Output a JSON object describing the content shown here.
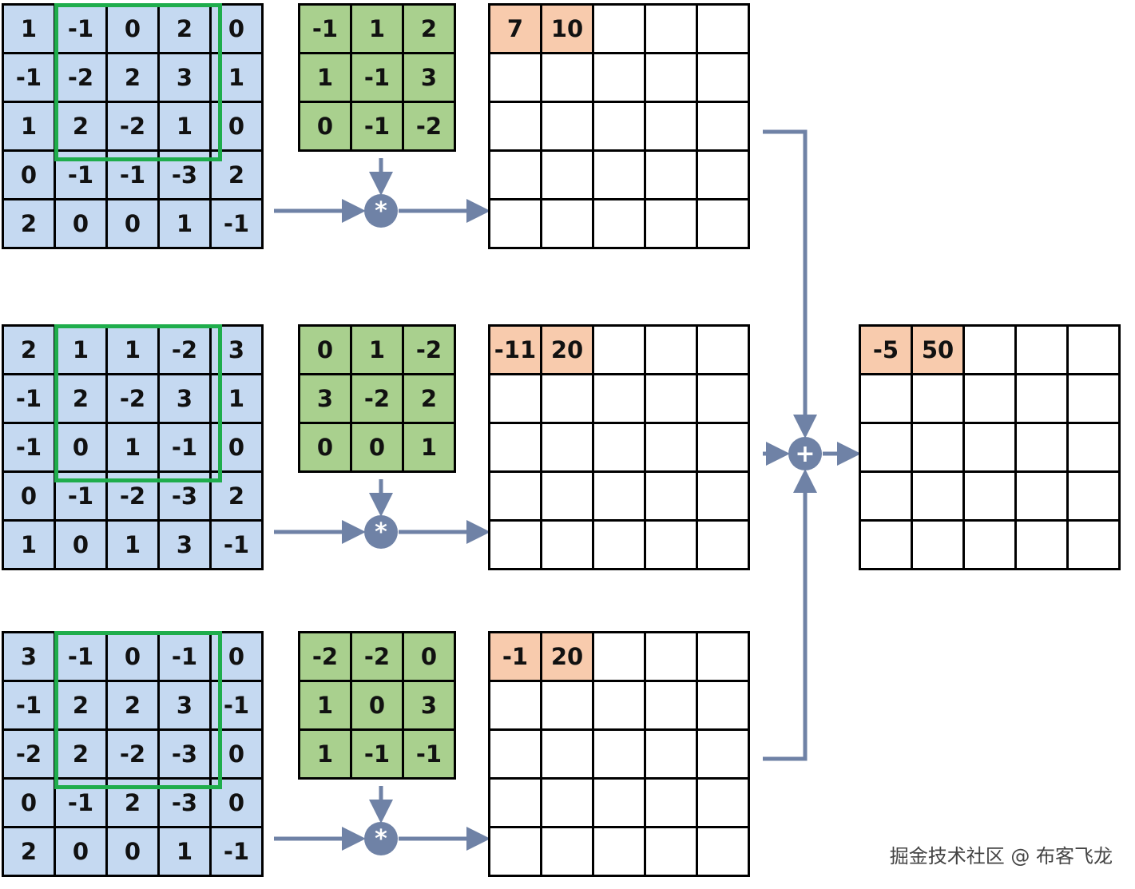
{
  "colors": {
    "input_cell": "#c5d9f1",
    "kernel_cell": "#a9d08e",
    "result_cell": "#f8cbad",
    "window": "#1fad4c",
    "arrow": "#6f82a6"
  },
  "channels": [
    {
      "input": [
        [
          1,
          -1,
          0,
          2,
          0
        ],
        [
          -1,
          -2,
          2,
          3,
          1
        ],
        [
          1,
          2,
          -2,
          1,
          0
        ],
        [
          0,
          -1,
          -1,
          -3,
          2
        ],
        [
          2,
          0,
          0,
          1,
          -1
        ]
      ],
      "kernel": [
        [
          -1,
          1,
          2
        ],
        [
          1,
          -1,
          3
        ],
        [
          0,
          -1,
          -2
        ]
      ],
      "output_values": [
        7,
        10
      ]
    },
    {
      "input": [
        [
          2,
          1,
          1,
          -2,
          3
        ],
        [
          -1,
          2,
          -2,
          3,
          1
        ],
        [
          -1,
          0,
          1,
          -1,
          0
        ],
        [
          0,
          -1,
          -2,
          -3,
          2
        ],
        [
          1,
          0,
          1,
          3,
          -1
        ]
      ],
      "kernel": [
        [
          0,
          1,
          -2
        ],
        [
          3,
          -2,
          2
        ],
        [
          0,
          0,
          1
        ]
      ],
      "output_values": [
        -11,
        20
      ]
    },
    {
      "input": [
        [
          3,
          -1,
          0,
          -1,
          0
        ],
        [
          -1,
          2,
          2,
          3,
          -1
        ],
        [
          -2,
          2,
          -2,
          -3,
          0
        ],
        [
          0,
          -1,
          2,
          -3,
          0
        ],
        [
          2,
          0,
          0,
          1,
          -1
        ]
      ],
      "kernel": [
        [
          -2,
          -2,
          0
        ],
        [
          1,
          0,
          3
        ],
        [
          1,
          -1,
          -1
        ]
      ],
      "output_values": [
        -1,
        20
      ]
    }
  ],
  "final_output_values": [
    -5,
    50
  ],
  "operators": {
    "conv": "*",
    "sum": "+"
  },
  "watermark": "掘金技术社区 @ 布客飞龙"
}
